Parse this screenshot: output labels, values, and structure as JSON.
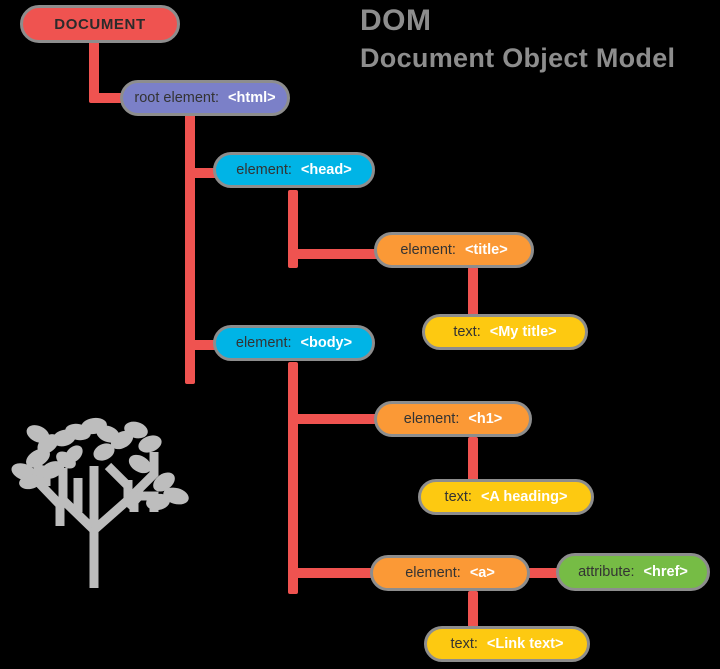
{
  "title": {
    "main": "DOM",
    "sub": "Document Object Model"
  },
  "colors": {
    "background": "#000000",
    "node_border": "#8d8d8d",
    "connector": "#ef5350",
    "document": "#ef5350",
    "root_element": "#7b80c8",
    "element": "#00b4e6",
    "element_alt": "#fb9936",
    "text_node": "#fdc911",
    "attribute": "#76bc45",
    "title_text": "#8d8d8d",
    "label_text": "#333333",
    "tag_text": "#ffffff"
  },
  "nodes": {
    "document": {
      "label": "DOCUMENT",
      "tag": ""
    },
    "html": {
      "label": "root element:",
      "tag": "<html>"
    },
    "head": {
      "label": "element:",
      "tag": "<head>"
    },
    "title": {
      "label": "element:",
      "tag": "<title>"
    },
    "mytitle": {
      "label": "text:",
      "tag": "<My title>"
    },
    "body": {
      "label": "element:",
      "tag": "<body>"
    },
    "h1": {
      "label": "element:",
      "tag": "<h1>"
    },
    "heading": {
      "label": "text:",
      "tag": "<A heading>"
    },
    "a": {
      "label": "element:",
      "tag": "<a>"
    },
    "href": {
      "label": "attribute:",
      "tag": "<href>"
    },
    "linktext": {
      "label": "text:",
      "tag": "<Link text>"
    }
  },
  "decoration": {
    "tree_icon": "circuit-tree-icon"
  }
}
